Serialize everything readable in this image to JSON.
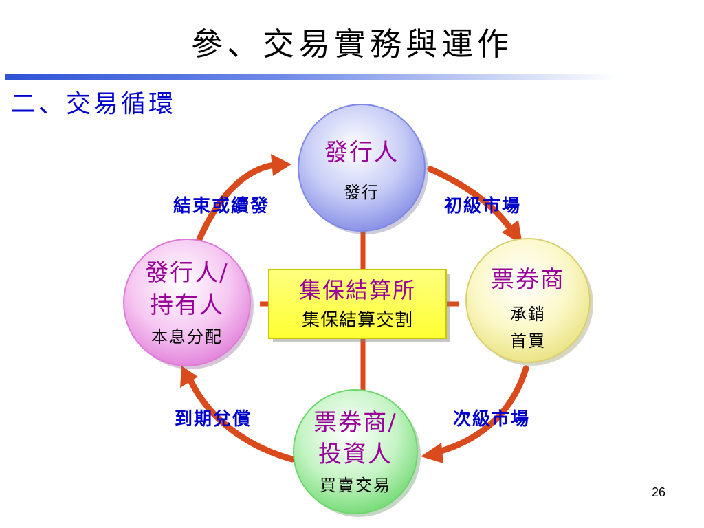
{
  "slide": {
    "title": "參、交易實務與運作",
    "subtitle": "二、交易循環",
    "page_number": "26"
  },
  "colors": {
    "arrow": "#d94a1c",
    "label_blue": "#0000cc",
    "node_title": "#990099",
    "issuer_fill": "#9ea6ee",
    "dealer_fill": "#f4f0a0",
    "investor_fill": "#9ee89e",
    "holder_fill": "#f0a0ec",
    "center_fill": "#ffff66"
  },
  "nodes": {
    "top": {
      "title": "發行人",
      "sub": "發行"
    },
    "right": {
      "title": "票券商",
      "sub_line1": "承銷",
      "sub_line2": "首買"
    },
    "bottom": {
      "title_line1": "票券商/",
      "title_line2": "投資人",
      "sub": "買賣交易"
    },
    "left": {
      "title_line1": "發行人/",
      "title_line2": "持有人",
      "sub": "本息分配"
    },
    "center": {
      "title": "集保結算所",
      "sub": "集保結算交割"
    }
  },
  "edges": {
    "top_right": "初級市場",
    "right_bottom": "次級市場",
    "bottom_left": "到期兌償",
    "left_top": "結束或續發"
  }
}
